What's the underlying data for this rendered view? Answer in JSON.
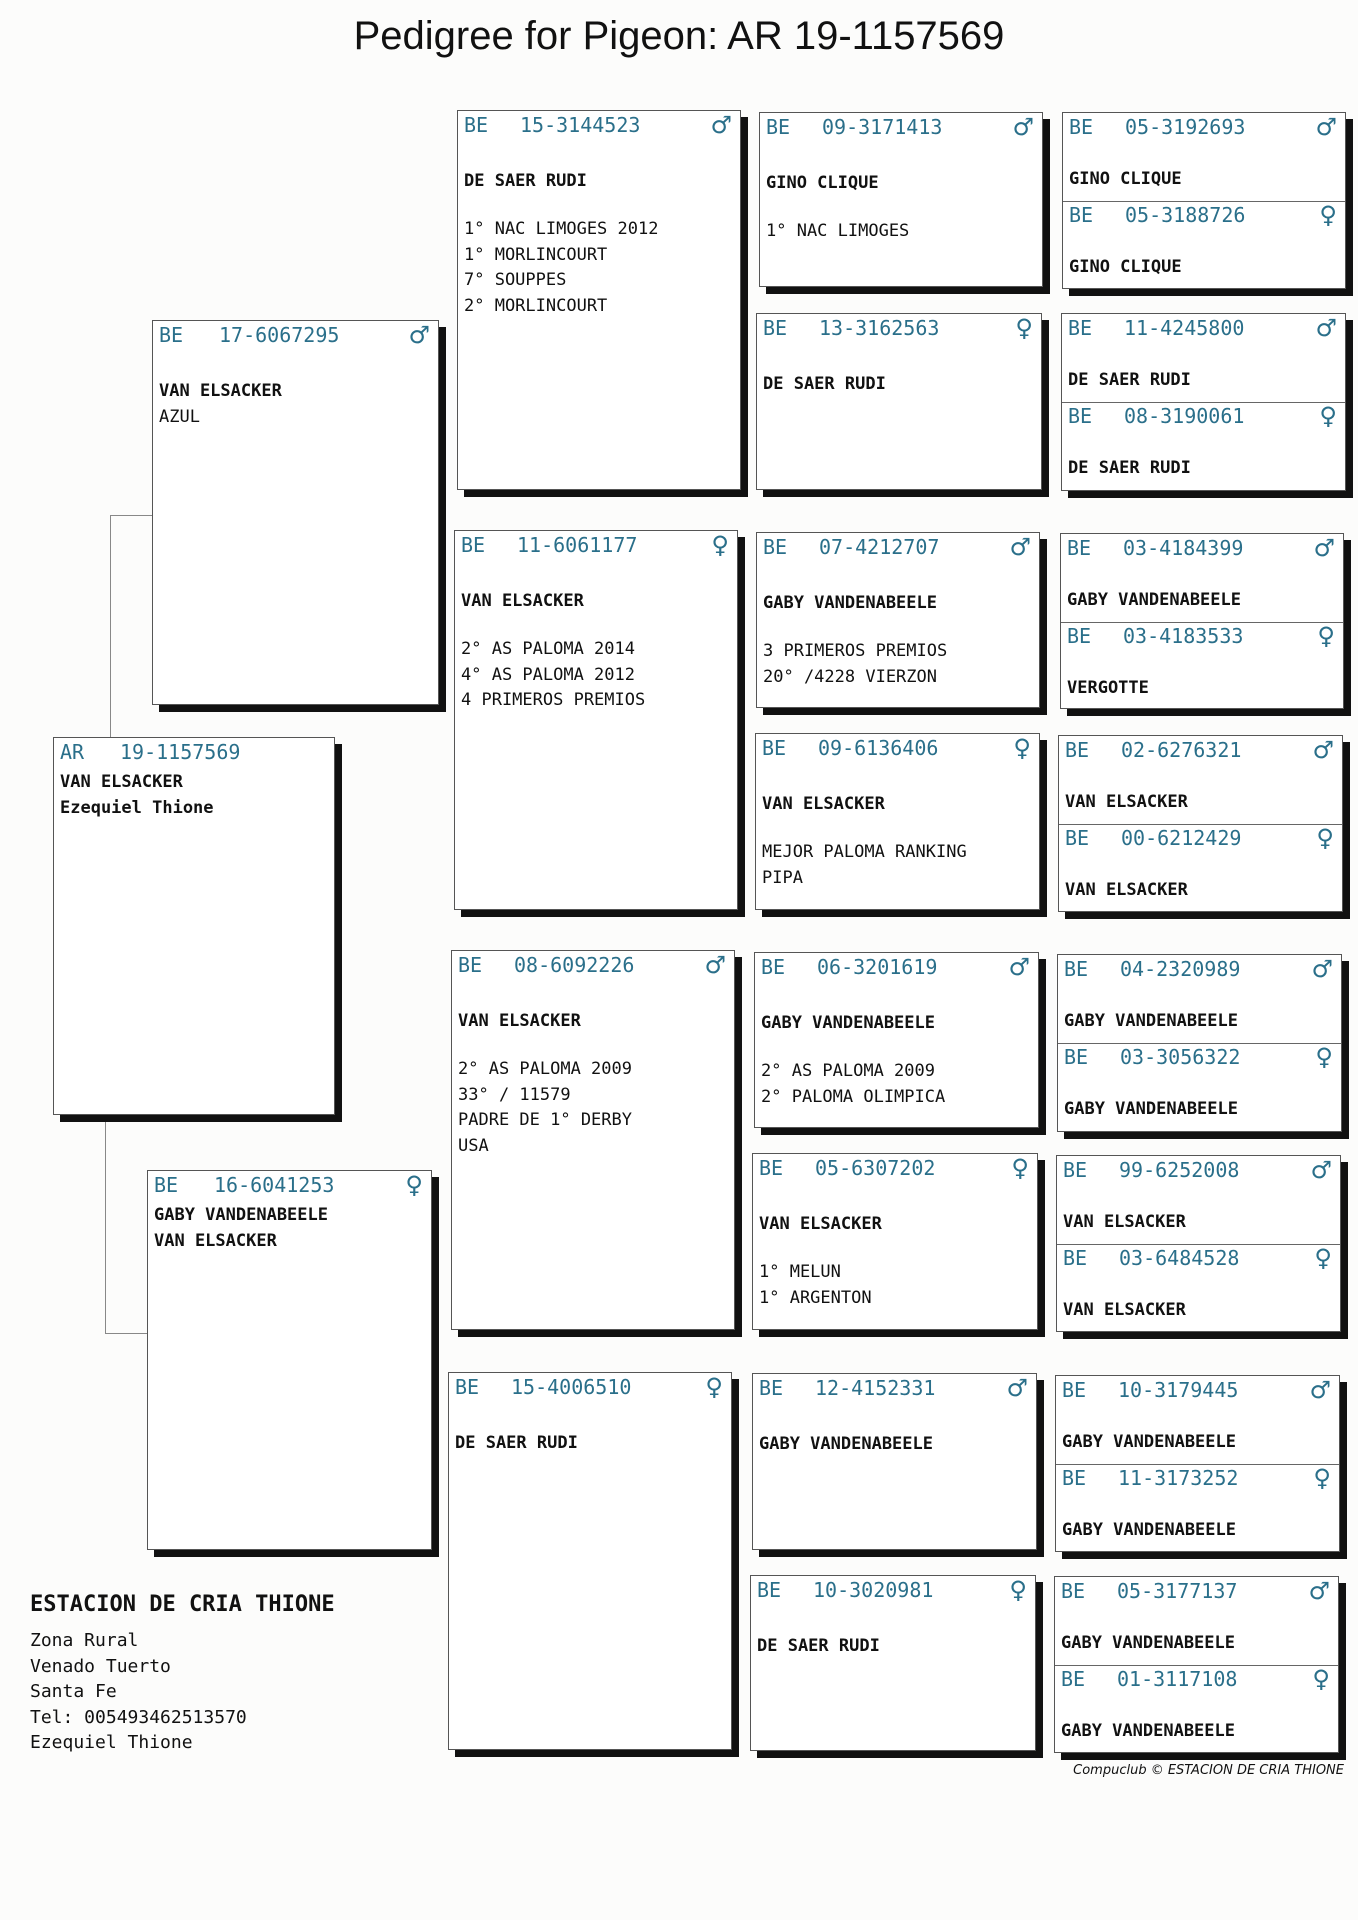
{
  "title": "Pedigree for Pigeon: AR  19-1157569",
  "subject": {
    "country": "AR",
    "ring": "19-1157569",
    "breeder": "VAN ELSACKER",
    "line2": "Ezequiel Thione"
  },
  "parents": {
    "sire": {
      "country": "BE",
      "ring": "17-6067295",
      "sex": "♂",
      "breeder": "VAN ELSACKER",
      "color": "AZUL"
    },
    "dam": {
      "country": "BE",
      "ring": "16-6041253",
      "sex": "♀",
      "breeder": "GABY VANDENABEELE",
      "line2": "VAN ELSACKER"
    }
  },
  "grandparents": {
    "ss": {
      "country": "BE",
      "ring": "15-3144523",
      "sex": "♂",
      "breeder": "DE SAER RUDI",
      "achievements": [
        "1° NAC LIMOGES 2012",
        "1° MORLINCOURT",
        "7° SOUPPES",
        "2° MORLINCOURT"
      ]
    },
    "sd": {
      "country": "BE",
      "ring": "11-6061177",
      "sex": "♀",
      "breeder": "VAN ELSACKER",
      "achievements": [
        "2° AS PALOMA 2014",
        "4° AS PALOMA 2012",
        "4 PRIMEROS PREMIOS"
      ]
    },
    "ds": {
      "country": "BE",
      "ring": "08-6092226",
      "sex": "♂",
      "breeder": "VAN ELSACKER",
      "achievements": [
        "2° AS PALOMA 2009",
        "33° / 11579",
        "PADRE DE 1° DERBY",
        "USA"
      ]
    },
    "dd": {
      "country": "BE",
      "ring": "15-4006510",
      "sex": "♀",
      "breeder": "DE SAER RUDI",
      "achievements": []
    }
  },
  "great_grandparents": {
    "sss": {
      "country": "BE",
      "ring": "09-3171413",
      "sex": "♂",
      "breeder": "GINO CLIQUE",
      "achievements": [
        "1° NAC LIMOGES"
      ]
    },
    "ssd": {
      "country": "BE",
      "ring": "13-3162563",
      "sex": "♀",
      "breeder": "DE SAER RUDI",
      "achievements": []
    },
    "sds": {
      "country": "BE",
      "ring": "07-4212707",
      "sex": "♂",
      "breeder": "GABY VANDENABEELE",
      "achievements": [
        "3 PRIMEROS PREMIOS",
        "20° /4228 VIERZON"
      ]
    },
    "sdd": {
      "country": "BE",
      "ring": "09-6136406",
      "sex": "♀",
      "breeder": "VAN ELSACKER",
      "achievements": [
        "MEJOR PALOMA RANKING",
        "PIPA"
      ]
    },
    "dss": {
      "country": "BE",
      "ring": "06-3201619",
      "sex": "♂",
      "breeder": "GABY VANDENABEELE",
      "achievements": [
        "2° AS PALOMA 2009",
        "2° PALOMA OLIMPICA"
      ]
    },
    "dsd": {
      "country": "BE",
      "ring": "05-6307202",
      "sex": "♀",
      "breeder": "VAN ELSACKER",
      "achievements": [
        "1° MELUN",
        "1° ARGENTON"
      ]
    },
    "dds": {
      "country": "BE",
      "ring": "12-4152331",
      "sex": "♂",
      "breeder": "GABY VANDENABEELE",
      "achievements": []
    },
    "ddd": {
      "country": "BE",
      "ring": "10-3020981",
      "sex": "♀",
      "breeder": "DE SAER RUDI",
      "achievements": []
    }
  },
  "gen4": [
    {
      "male": {
        "country": "BE",
        "ring": "05-3192693",
        "sex": "♂",
        "breeder": "GINO CLIQUE"
      },
      "female": {
        "country": "BE",
        "ring": "05-3188726",
        "sex": "♀",
        "breeder": "GINO CLIQUE"
      }
    },
    {
      "male": {
        "country": "BE",
        "ring": "11-4245800",
        "sex": "♂",
        "breeder": "DE SAER RUDI"
      },
      "female": {
        "country": "BE",
        "ring": "08-3190061",
        "sex": "♀",
        "breeder": "DE SAER RUDI"
      }
    },
    {
      "male": {
        "country": "BE",
        "ring": "03-4184399",
        "sex": "♂",
        "breeder": "GABY VANDENABEELE"
      },
      "female": {
        "country": "BE",
        "ring": "03-4183533",
        "sex": "♀",
        "breeder": "VERGOTTE"
      }
    },
    {
      "male": {
        "country": "BE",
        "ring": "02-6276321",
        "sex": "♂",
        "breeder": "VAN ELSACKER"
      },
      "female": {
        "country": "BE",
        "ring": "00-6212429",
        "sex": "♀",
        "breeder": "VAN ELSACKER"
      }
    },
    {
      "male": {
        "country": "BE",
        "ring": "04-2320989",
        "sex": "♂",
        "breeder": "GABY VANDENABEELE"
      },
      "female": {
        "country": "BE",
        "ring": "03-3056322",
        "sex": "♀",
        "breeder": "GABY VANDENABEELE"
      }
    },
    {
      "male": {
        "country": "BE",
        "ring": "99-6252008",
        "sex": "♂",
        "breeder": "VAN ELSACKER"
      },
      "female": {
        "country": "BE",
        "ring": "03-6484528",
        "sex": "♀",
        "breeder": "VAN ELSACKER"
      }
    },
    {
      "male": {
        "country": "BE",
        "ring": "10-3179445",
        "sex": "♂",
        "breeder": "GABY VANDENABEELE"
      },
      "female": {
        "country": "BE",
        "ring": "11-3173252",
        "sex": "♀",
        "breeder": "GABY VANDENABEELE"
      }
    },
    {
      "male": {
        "country": "BE",
        "ring": "05-3177137",
        "sex": "♂",
        "breeder": "GABY VANDENABEELE"
      },
      "female": {
        "country": "BE",
        "ring": "01-3117108",
        "sex": "♀",
        "breeder": "GABY VANDENABEELE"
      }
    }
  ],
  "footer": {
    "loft_name": "ESTACION DE CRIA THIONE",
    "lines": [
      "Zona Rural",
      "Venado Tuerto",
      "Santa Fe",
      "Tel: 005493462513570",
      "Ezequiel Thione"
    ],
    "copyright": "Compuclub © ESTACION DE CRIA THIONE"
  }
}
